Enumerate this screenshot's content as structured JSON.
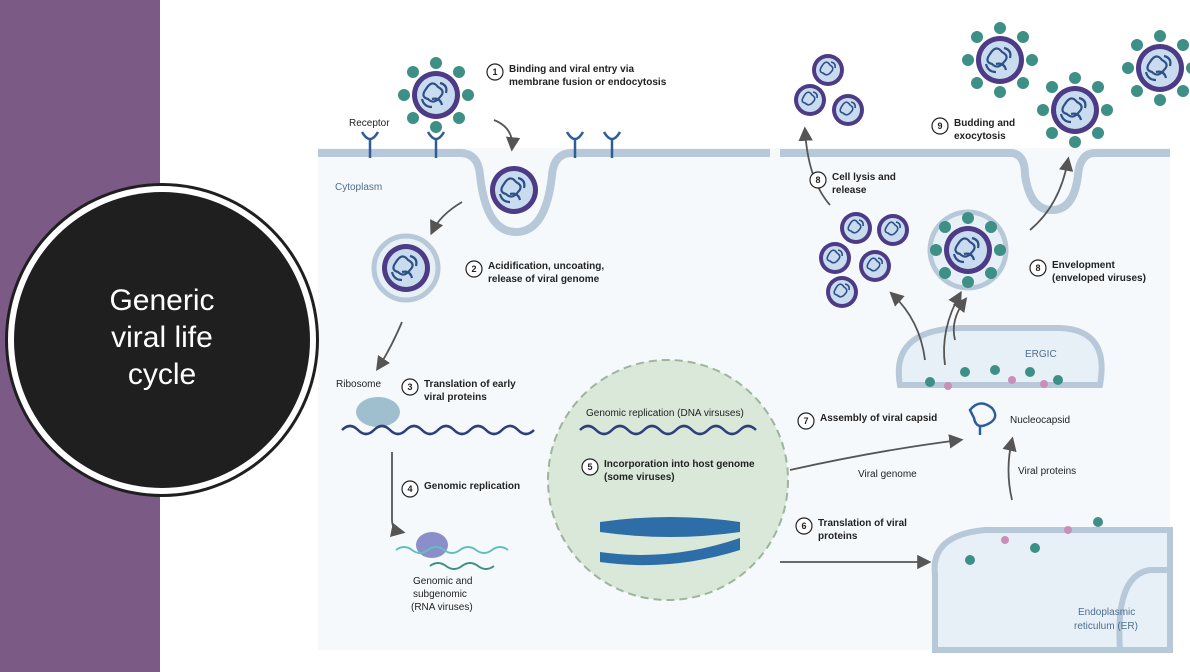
{
  "slide": {
    "title": "Generic\nviral life\ncycle"
  },
  "diagram": {
    "labels": {
      "receptor": "Receptor",
      "cytoplasm": "Cytoplasm",
      "ribosome": "Ribosome",
      "genomic_replication_dna": "Genomic replication (DNA virsuses)",
      "viral_genome": "Viral genome",
      "viral_proteins": "Viral proteins",
      "nucleocapsid": "Nucleocapsid",
      "ergic": "ERGIC",
      "er_line1": "Endoplasmic",
      "er_line2": "reticulum (ER)",
      "rna_line1": "Genomic and",
      "rna_line2": "subgenomic",
      "rna_line3": "(RNA viruses)"
    },
    "steps": [
      {
        "num": "1",
        "line1": "Binding and viral entry via",
        "line2": "membrane fusion or endocytosis"
      },
      {
        "num": "2",
        "line1": "Acidification, uncoating,",
        "line2": "release of viral genome"
      },
      {
        "num": "3",
        "line1": "Translation of early",
        "line2": "viral proteins"
      },
      {
        "num": "4",
        "line1": "Genomic replication",
        "line2": ""
      },
      {
        "num": "5",
        "line1": "Incorporation into host genome",
        "line2": "(some viruses)"
      },
      {
        "num": "6",
        "line1": "Translation of viral",
        "line2": "proteins"
      },
      {
        "num": "7",
        "line1": "Assembly of viral capsid",
        "line2": ""
      },
      {
        "num": "8",
        "line1": "Cell lysis and",
        "line2": "release"
      },
      {
        "num": "8",
        "line1": "Envelopment",
        "line2": "(enveloped viruses)"
      },
      {
        "num": "9",
        "line1": "Budding and",
        "line2": "exocytosis"
      }
    ]
  }
}
